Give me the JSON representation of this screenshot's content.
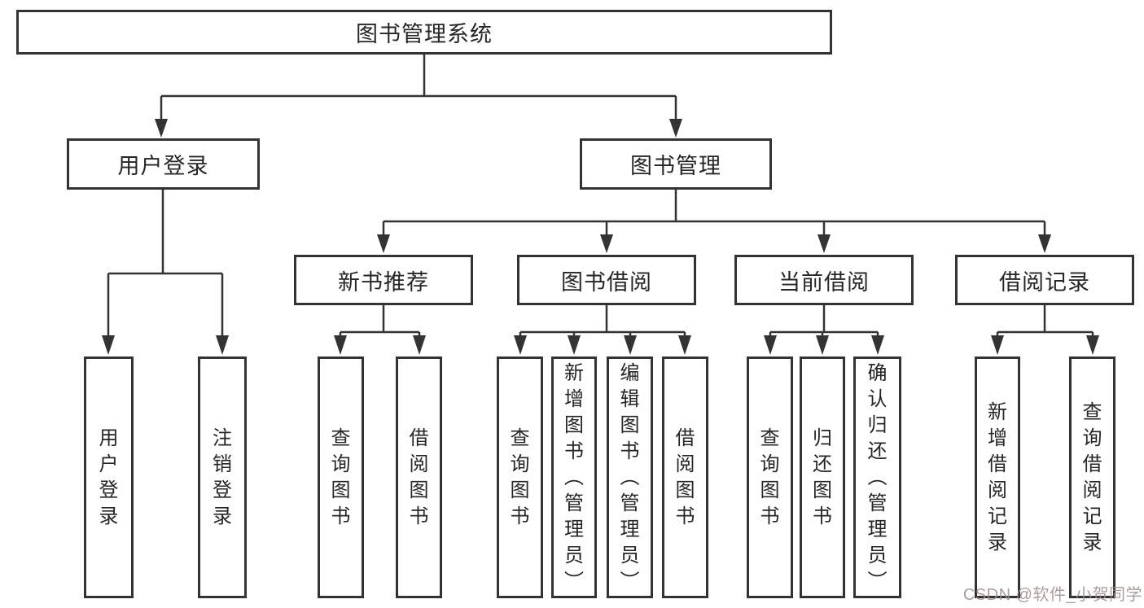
{
  "colors": {
    "line": "#333333",
    "box_border": "#333333",
    "text": "#262626",
    "background": "#ffffff",
    "watermark": "#a09090"
  },
  "tree": {
    "root": {
      "label": "图书管理系统"
    },
    "branches": [
      {
        "label": "用户登录",
        "children": [
          {
            "label": "用户登录"
          },
          {
            "label": "注销登录"
          }
        ]
      },
      {
        "label": "图书管理",
        "groups": [
          {
            "label": "新书推荐",
            "children": [
              {
                "label": "查询图书"
              },
              {
                "label": "借阅图书"
              }
            ]
          },
          {
            "label": "图书借阅",
            "children": [
              {
                "label": "查询图书"
              },
              {
                "label": "新增图书︵管理员︶"
              },
              {
                "label": "编辑图书︵管理员︶"
              },
              {
                "label": "借阅图书"
              }
            ]
          },
          {
            "label": "当前借阅",
            "children": [
              {
                "label": "查询图书"
              },
              {
                "label": "归还图书"
              },
              {
                "label": "确认归还︵管理员︶"
              }
            ]
          },
          {
            "label": "借阅记录",
            "children": [
              {
                "label": "新增借阅记录"
              },
              {
                "label": "查询借阅记录"
              }
            ]
          }
        ]
      }
    ]
  },
  "watermark": {
    "text": "CSDN @软件_小贺同学"
  }
}
